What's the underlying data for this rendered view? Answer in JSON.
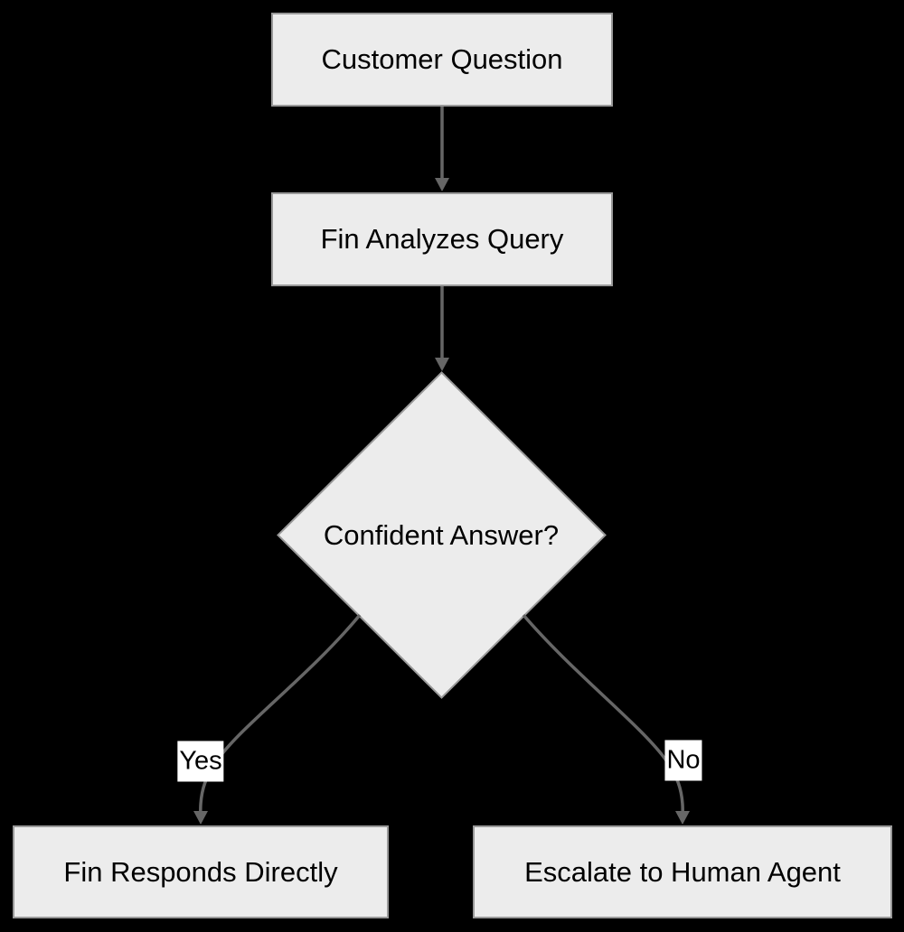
{
  "diagram": {
    "type": "flowchart",
    "direction": "top-down",
    "background_color": "#000000",
    "node_fill_color": "#ECECEC",
    "node_border_color": "#999999",
    "edge_color": "#666666",
    "edge_label_background": "#FFFFFF",
    "text_color": "#000000",
    "nodes": {
      "start": {
        "shape": "rectangle",
        "label": "Customer Question"
      },
      "analyze": {
        "shape": "rectangle",
        "label": "Fin Analyzes Query"
      },
      "decision": {
        "shape": "diamond",
        "label": "Confident Answer?"
      },
      "respond": {
        "shape": "rectangle",
        "label": "Fin Responds Directly"
      },
      "escalate": {
        "shape": "rectangle",
        "label": "Escalate to Human Agent"
      }
    },
    "edges": {
      "start_to_analyze": {
        "from": "start",
        "to": "analyze",
        "label": ""
      },
      "analyze_to_decision": {
        "from": "analyze",
        "to": "decision",
        "label": ""
      },
      "decision_yes": {
        "from": "decision",
        "to": "respond",
        "label": "Yes"
      },
      "decision_no": {
        "from": "decision",
        "to": "escalate",
        "label": "No"
      }
    }
  }
}
